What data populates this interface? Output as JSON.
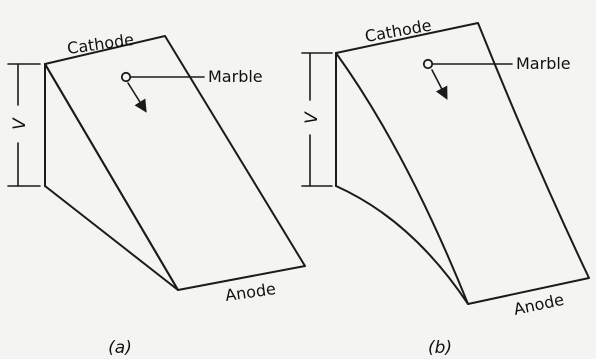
{
  "panels": [
    {
      "id": "a",
      "caption": "(a)",
      "cathode": "Cathode",
      "anode": "Anode",
      "marble": "Marble",
      "v": "V"
    },
    {
      "id": "b",
      "caption": "(b)",
      "cathode": "Cathode",
      "anode": "Anode",
      "marble": "Marble",
      "v": "V"
    }
  ]
}
